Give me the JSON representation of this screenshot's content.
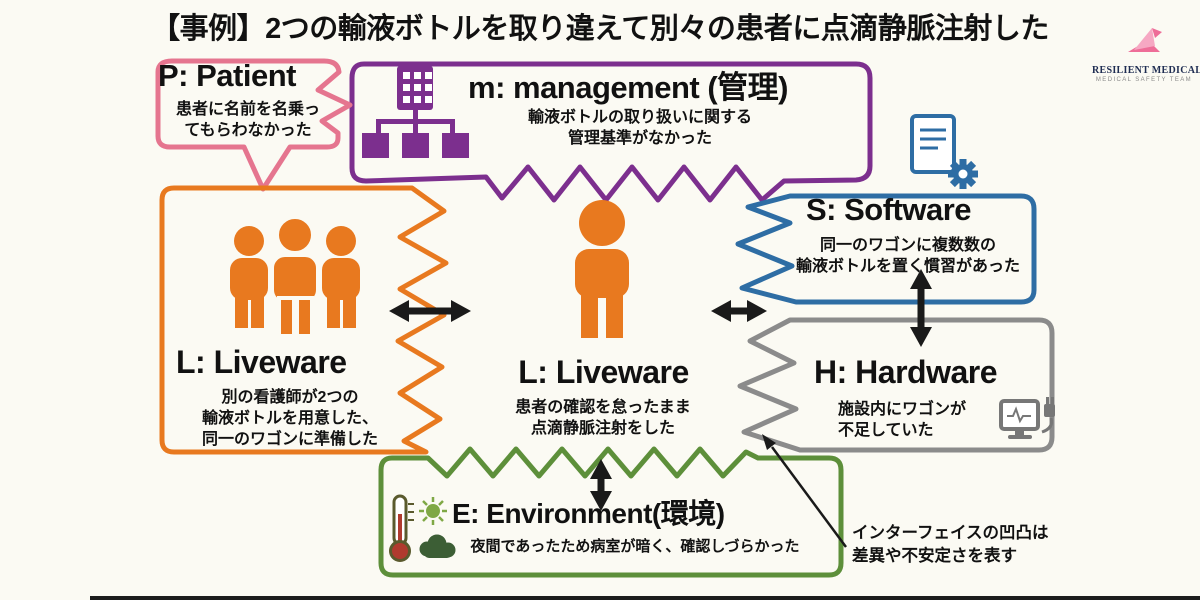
{
  "page": {
    "title": "【事例】2つの輸液ボトルを取り違えて別々の患者に点滴静脈注射した"
  },
  "logo": {
    "name": "RESILIENT MEDICAL",
    "tagline": "MEDICAL SAFETY TEAM"
  },
  "boxes": {
    "patient": {
      "title": "P: Patient",
      "lines": [
        "患者に名前を名乗っ",
        "てもらわなかった"
      ]
    },
    "management": {
      "title": "m: management (管理)",
      "lines": [
        "輸液ボトルの取り扱いに関する",
        "管理基準がなかった"
      ]
    },
    "software": {
      "title": "S: Software",
      "lines": [
        "同一のワゴンに複数数の",
        "輸液ボトルを置く慣習があった"
      ]
    },
    "liveware_left": {
      "title": "L: Liveware",
      "lines": [
        "別の看護師が2つの",
        "輸液ボトルを用意した、",
        "同一のワゴンに準備した"
      ]
    },
    "liveware_center": {
      "title": "L: Liveware",
      "lines": [
        "患者の確認を怠ったまま",
        "点滴静脈注射をした"
      ]
    },
    "hardware": {
      "title": "H: Hardware",
      "lines": [
        "施設内にワゴンが",
        "不足していた"
      ]
    },
    "environment": {
      "title": "E: Environment(環境)",
      "lines": [
        "夜間であったため病室が暗く、確認しづらかった"
      ]
    }
  },
  "annotation": {
    "lines": [
      "インターフェイスの凹凸は",
      "差異や不安定さを表す"
    ]
  },
  "colors": {
    "patient": "#e5758f",
    "management": "#7c2f8e",
    "software": "#2e6da4",
    "liveware": "#e8791f",
    "hardware": "#8b8b8b",
    "environment": "#5d8f3a",
    "arrow": "#1a1a1a",
    "text": "#111111",
    "background": "#fbfaf3"
  }
}
